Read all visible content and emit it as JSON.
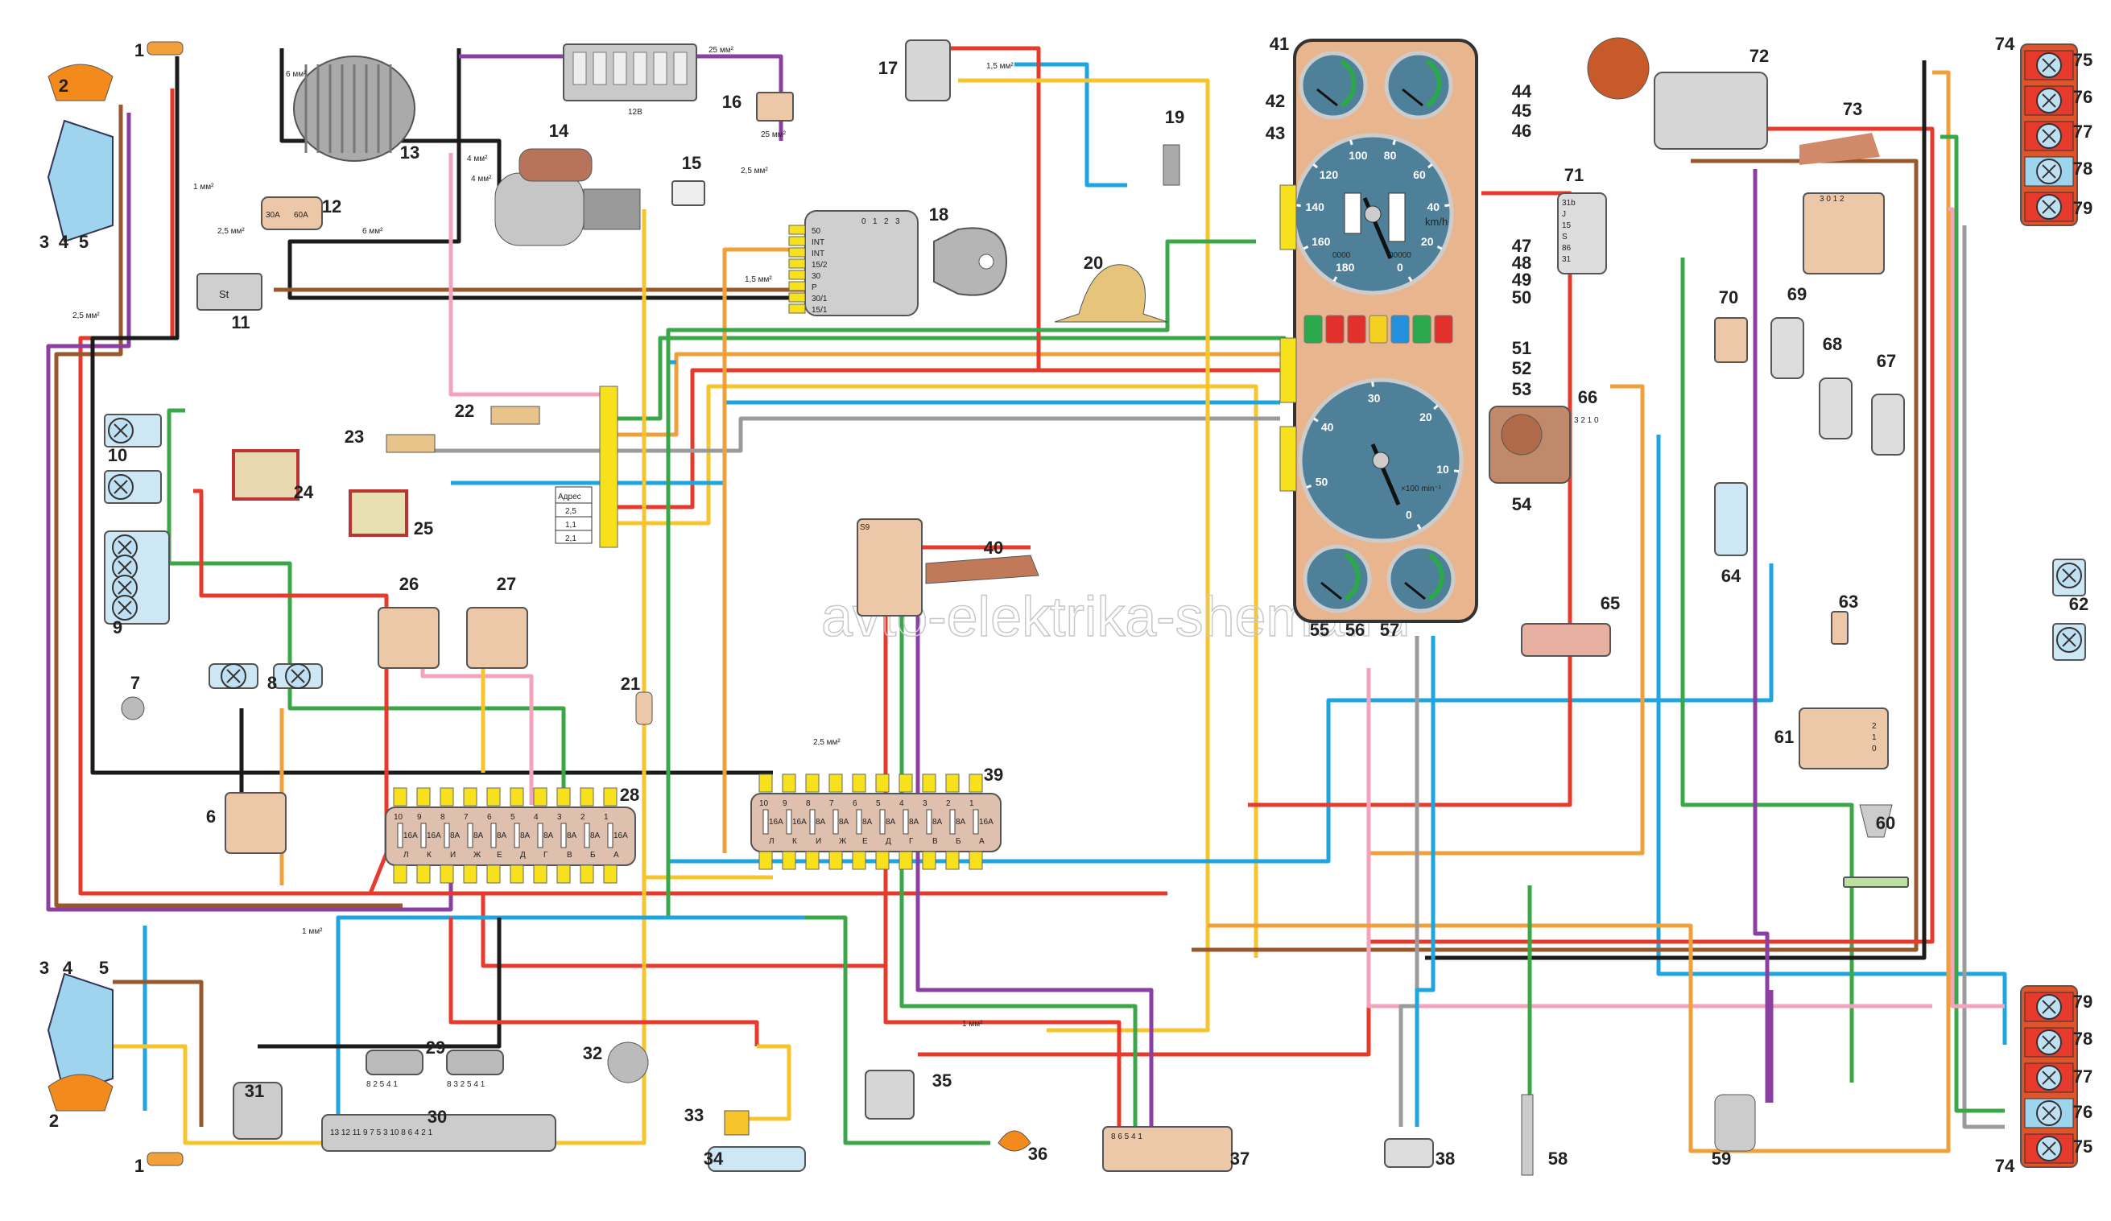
{
  "watermark": "avto-elektrika-shema.ru",
  "wire_colors": {
    "red": "#e63a2c",
    "blue": "#1ea5e0",
    "green": "#3aa848",
    "yellow": "#f6c52e",
    "orange": "#f0a03a",
    "brown": "#99582c",
    "black": "#1b1b1b",
    "grey": "#9b9b9b",
    "pink": "#f3a3bb",
    "violet": "#8b3fa2"
  },
  "component_numbers": [
    "1",
    "2",
    "3",
    "4",
    "5",
    "12",
    "13",
    "14",
    "15",
    "16",
    "17",
    "18",
    "19",
    "20",
    "11",
    "10",
    "9",
    "7",
    "8",
    "6",
    "22",
    "23",
    "24",
    "25",
    "26",
    "27",
    "21",
    "28",
    "39",
    "40",
    "41",
    "42",
    "43",
    "44",
    "45",
    "46",
    "47",
    "48",
    "49",
    "50",
    "51",
    "52",
    "53",
    "54",
    "55",
    "56",
    "57",
    "65",
    "66",
    "64",
    "70",
    "69",
    "68",
    "67",
    "71",
    "72",
    "73",
    "74",
    "75",
    "76",
    "77",
    "78",
    "79",
    "62",
    "63",
    "61",
    "60",
    "74",
    "75",
    "76",
    "77",
    "78",
    "79",
    "58",
    "59",
    "38",
    "37",
    "36",
    "35",
    "34",
    "33",
    "32",
    "31",
    "30",
    "29",
    "1",
    "2",
    "3",
    "4",
    "5"
  ],
  "wire_labels": [
    "25 мм²",
    "6 мм²",
    "4 мм²",
    "2,5 мм²",
    "1 мм²",
    "1,5 мм²",
    "2,5 мм²",
    "1 мм²",
    "1,5 мм²",
    "2,5 мм²",
    "25 мм²",
    "4 мм²",
    "6 мм²",
    "1 мм²",
    "2,5 мм²"
  ],
  "battery_label": "12В",
  "relay_12": {
    "left": "30A",
    "right": "60A"
  },
  "relay_11": "St",
  "ignition_switch": {
    "positions": [
      "0",
      "1",
      "2",
      "3"
    ],
    "terminals": [
      "50",
      "INT",
      "INT",
      "15/2",
      "30",
      "P",
      "30/1",
      "15/1"
    ]
  },
  "address_table": {
    "header": "Адрес",
    "rows": [
      "2,5",
      "1,1",
      "2,1"
    ]
  },
  "fuse_blocks": {
    "numbers": [
      "10",
      "9",
      "8",
      "7",
      "6",
      "5",
      "4",
      "3",
      "2",
      "1"
    ],
    "ratings": [
      "16A",
      "16A",
      "8A",
      "8A",
      "8A",
      "8A",
      "8A",
      "8A",
      "8A",
      "16A"
    ],
    "letters": [
      "Л",
      "К",
      "И",
      "Ж",
      "Е",
      "Д",
      "Г",
      "В",
      "Б",
      "А"
    ]
  },
  "speedometer": {
    "ticks": [
      "0",
      "20",
      "40",
      "60",
      "80",
      "100",
      "120",
      "140",
      "160",
      "180"
    ],
    "unit": "km/h",
    "trip": "0000",
    "odometer": "00000"
  },
  "tachometer": {
    "ticks": [
      "0",
      "10",
      "20",
      "30",
      "40",
      "50"
    ],
    "unit": "×100 min⁻¹"
  },
  "warning_lamps": [
    {
      "icon": "turn-signal-arrows-icon",
      "color": "#2aa84a"
    },
    {
      "icon": "brake-warning-icon",
      "color": "#e2302a"
    },
    {
      "icon": "battery-charge-icon",
      "color": "#e2302a"
    },
    {
      "icon": "differential-lock-icon",
      "color": "#f4d020"
    },
    {
      "icon": "high-beam-icon",
      "color": "#2290dc"
    },
    {
      "icon": "side-lights-icon",
      "color": "#2aa84a"
    },
    {
      "icon": "oil-pressure-icon",
      "color": "#e2302a"
    }
  ],
  "switch_71_terminals": [
    "31b",
    "J",
    "15",
    "S",
    "86",
    "31"
  ],
  "switch_66_positions": "3 2 1 0",
  "switch_61_positions": [
    "2",
    "1",
    "0"
  ],
  "switch_73_positions": "3 0 1 2",
  "stalk_40_label": "S9",
  "fuse_box_29_30": {
    "top_a": "8 2 5 4 1",
    "top_b": "8 3 2 5 4 1",
    "bottom": "13 12 11 9 7 5 3 10 8 6 4 2 1"
  },
  "module_37": "8 6 5 4 1",
  "cluster_colors": {
    "panel": "#e9b58e",
    "dial": "#4f8099"
  }
}
